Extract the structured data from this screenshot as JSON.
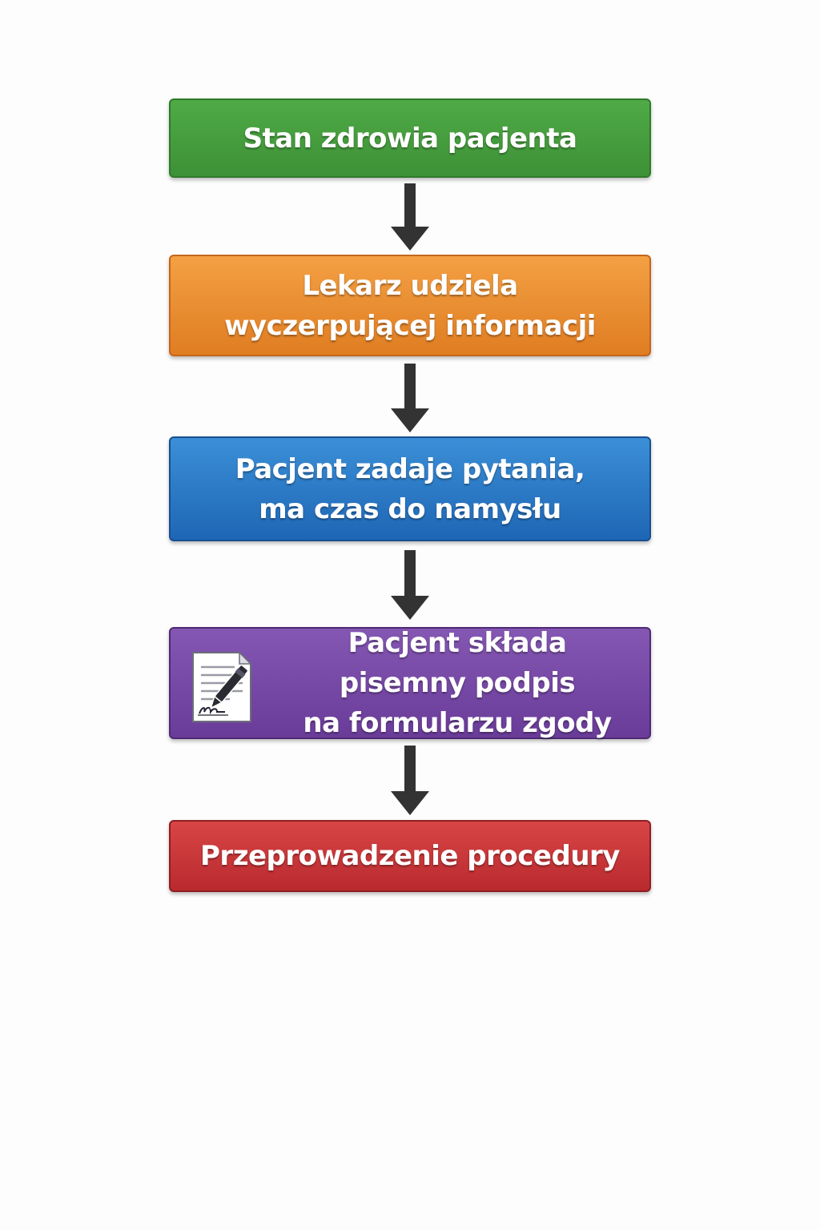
{
  "steps": [
    {
      "lines": [
        "Stan zdrowia pacjenta"
      ],
      "color": "#46a03e"
    },
    {
      "lines": [
        "Lekarz udziela",
        "wyczerpującej informacji"
      ],
      "color": "#ea8c2f"
    },
    {
      "lines": [
        "Pacjent zadaje pytania,",
        "ma czas do namysłu"
      ],
      "color": "#2b79c7"
    },
    {
      "lines": [
        "Pacjent składa pisemny podpis",
        "na formularzu zgody"
      ],
      "color": "#7548a6",
      "icon": "signed-document-icon"
    },
    {
      "lines": [
        "Przeprowadzenie procedury"
      ],
      "color": "#c93639"
    }
  ],
  "arrow_color": "#333333"
}
